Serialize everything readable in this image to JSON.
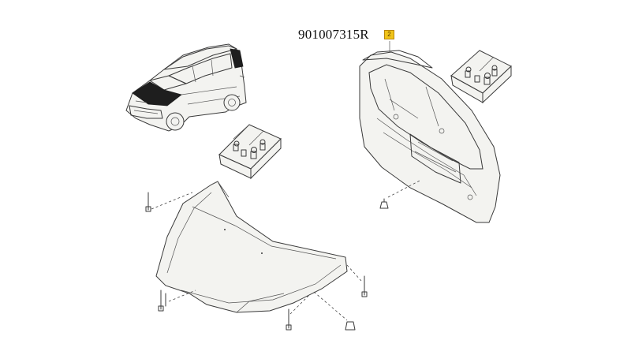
{
  "diagram": {
    "part_number": "901007315R",
    "reference_badge": "2",
    "badge_color": "#f0c419",
    "line_color": "#3a3a3a",
    "parts": [
      {
        "name": "vehicle-overview",
        "kind": "car-illustration"
      },
      {
        "name": "hardware-kit-box",
        "kind": "fastener-box"
      },
      {
        "name": "bonnet-panel",
        "kind": "hood"
      },
      {
        "name": "tailgate-panel",
        "kind": "rear-door"
      },
      {
        "name": "hardware-kit-box-rear",
        "kind": "fastener-box"
      }
    ]
  }
}
